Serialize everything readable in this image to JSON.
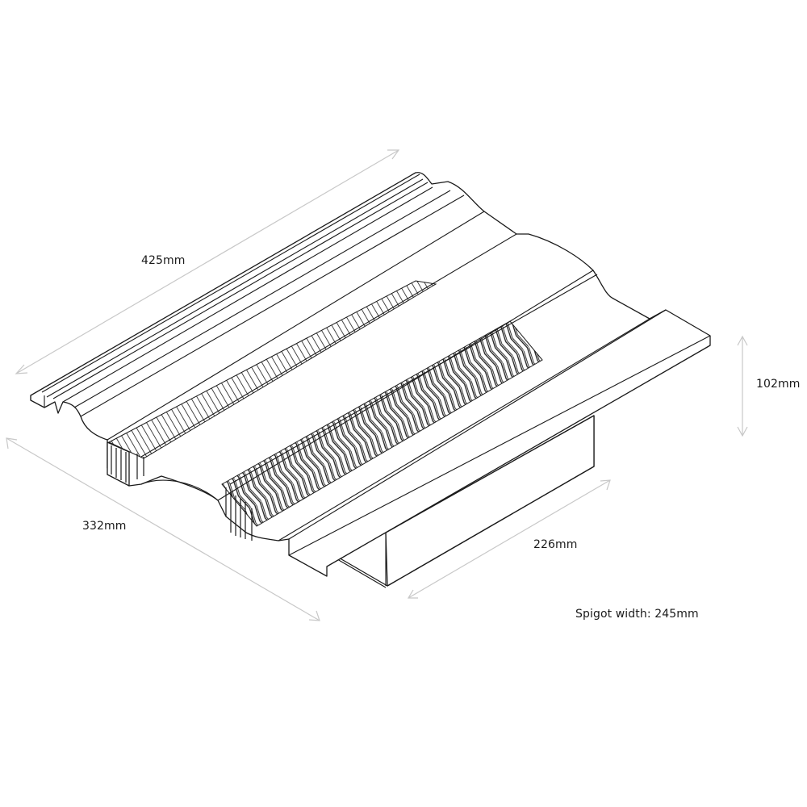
{
  "figure": {
    "type": "isometric technical drawing",
    "subject": "roof tile with ventilation fins and spigot base",
    "line_color": "#1a1a1a",
    "dimension_line_color": "#c8c8c8",
    "background": "#ffffff"
  },
  "dimensions": {
    "length": {
      "label": "425mm",
      "value_mm": 425
    },
    "width": {
      "label": "332mm",
      "value_mm": 332
    },
    "height": {
      "label": "102mm",
      "value_mm": 102
    },
    "spigot_length": {
      "label": "226mm",
      "value_mm": 226
    },
    "spigot_width": {
      "label": "Spigot width: 245mm",
      "value_mm": 245
    }
  }
}
